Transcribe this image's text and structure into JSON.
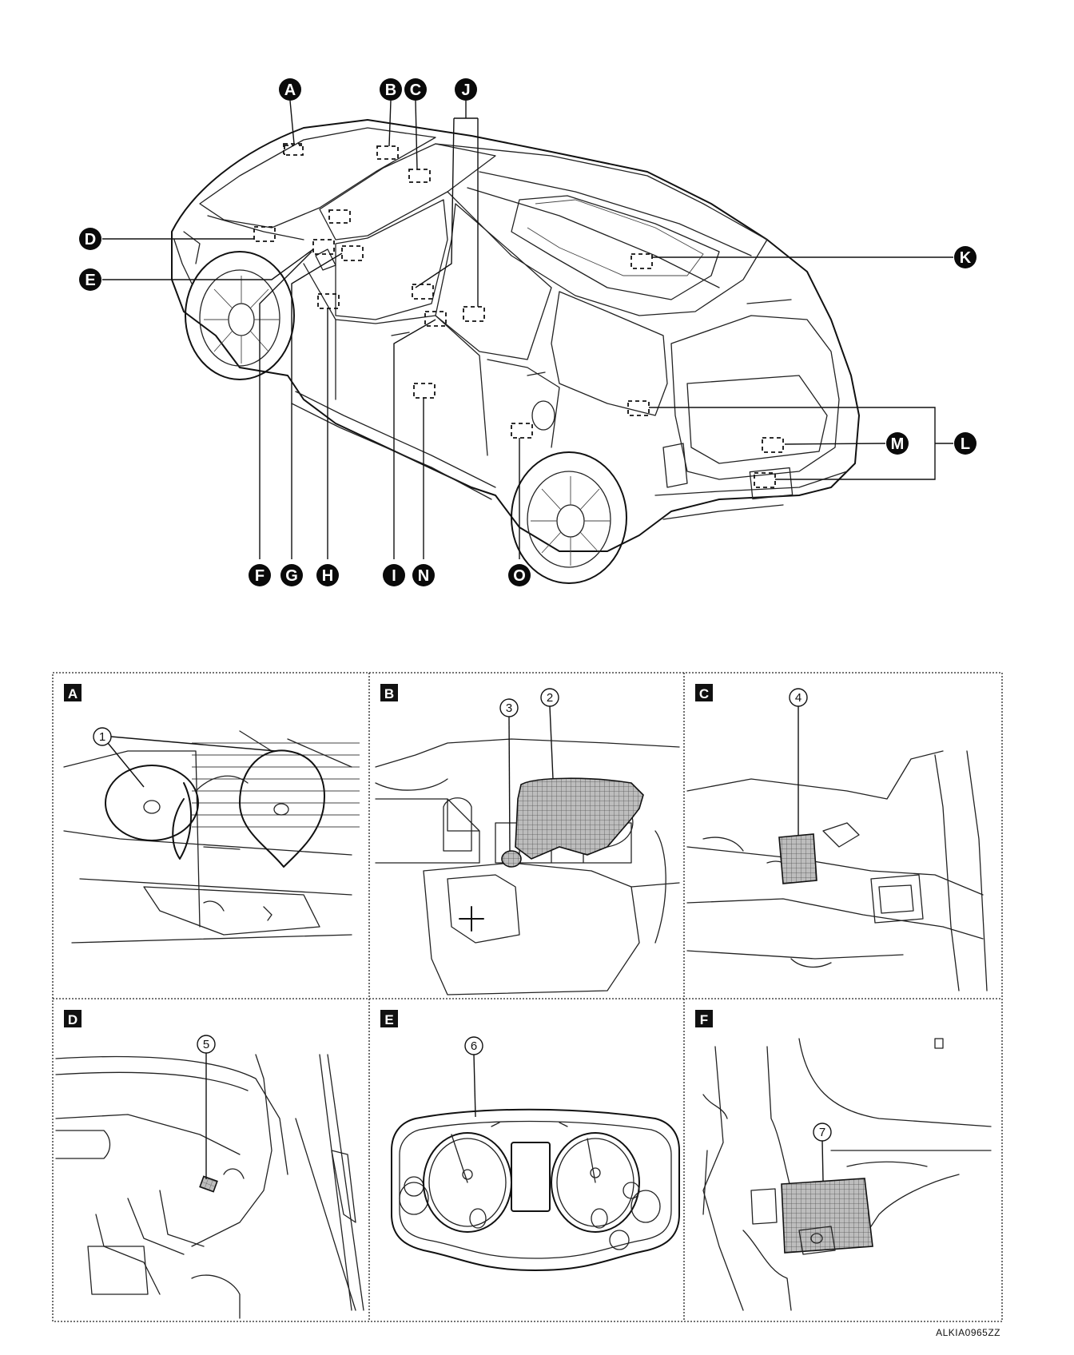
{
  "callouts": {
    "A": "A",
    "B": "B",
    "C": "C",
    "D": "D",
    "E": "E",
    "F": "F",
    "G": "G",
    "H": "H",
    "I": "I",
    "J": "J",
    "K": "K",
    "L": "L",
    "M": "M",
    "N": "N",
    "O": "O"
  },
  "panels": [
    {
      "letter": "A",
      "part_numbers": [
        "1"
      ]
    },
    {
      "letter": "B",
      "part_numbers": [
        "3",
        "2"
      ]
    },
    {
      "letter": "C",
      "part_numbers": [
        "4"
      ]
    },
    {
      "letter": "D",
      "part_numbers": [
        "5"
      ]
    },
    {
      "letter": "E",
      "part_numbers": [
        "6"
      ]
    },
    {
      "letter": "F",
      "part_numbers": [
        "7"
      ]
    }
  ],
  "drawing_code": "ALKIA0965ZZ"
}
